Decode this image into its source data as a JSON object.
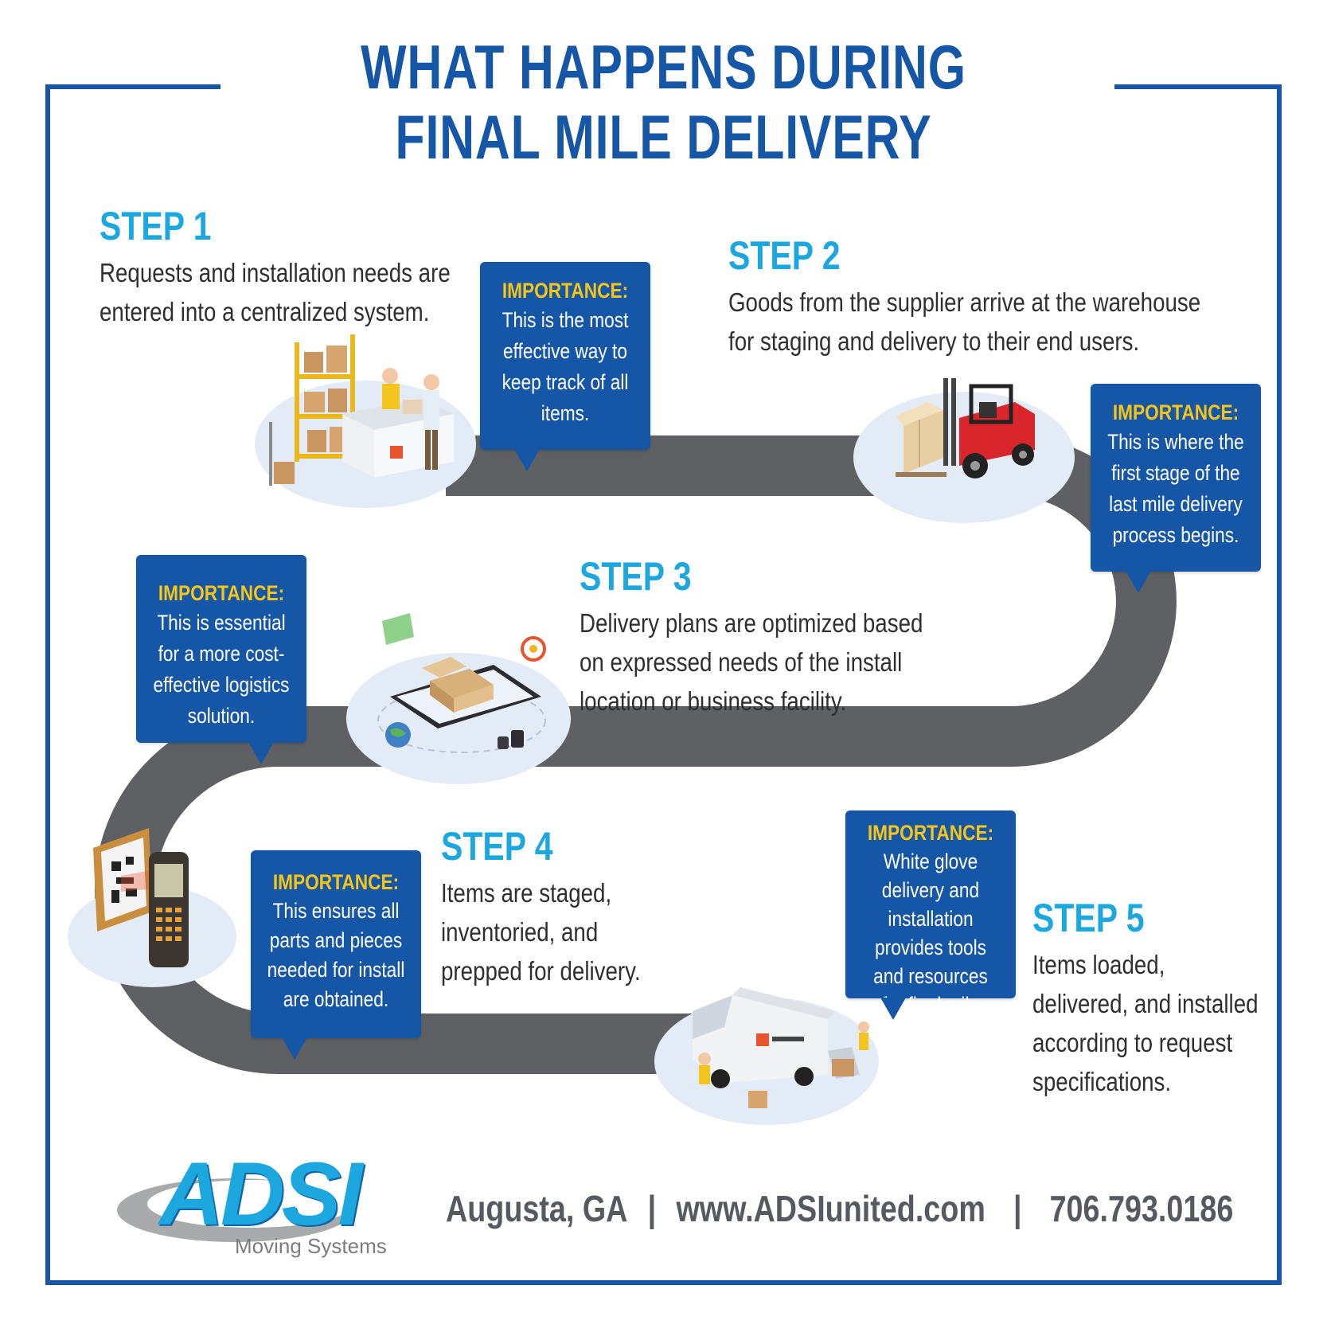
{
  "title": {
    "line1": "WHAT HAPPENS DURING",
    "line2": "FINAL MILE DELIVERY"
  },
  "steps": [
    {
      "heading": "STEP 1",
      "text": "Requests and installation needs are entered into a centralized system."
    },
    {
      "heading": "STEP 2",
      "text": "Goods from the supplier arrive at the warehouse for staging and delivery to their end users."
    },
    {
      "heading": "STEP 3",
      "text": "Delivery plans are optimized based on expressed needs of the install location or business facility."
    },
    {
      "heading": "STEP 4",
      "text": "Items are staged, inventoried, and prepped for delivery."
    },
    {
      "heading": "STEP 5",
      "text": "Items loaded, delivered, and installed according to request specifications."
    }
  ],
  "importance": [
    {
      "heading": "IMPORTANCE:",
      "text": "This is the most effective way to keep track of all items."
    },
    {
      "heading": "IMPORTANCE:",
      "text": "This is where the first stage of the last mile delivery process begins."
    },
    {
      "heading": "IMPORTANCE:",
      "text": "This is essential for a more cost-effective logistics solution."
    },
    {
      "heading": "IMPORTANCE:",
      "text": "This ensures all parts and pieces needed for install are obtained."
    },
    {
      "heading": "IMPORTANCE:",
      "text": "White glove delivery and installation provides tools and resources for final mile services."
    }
  ],
  "illustrations": [
    {
      "icon": "warehouse-counter-icon"
    },
    {
      "icon": "forklift-icon"
    },
    {
      "icon": "smartphone-box-icon"
    },
    {
      "icon": "barcode-scanner-icon"
    },
    {
      "icon": "delivery-van-icon"
    }
  ],
  "logo": {
    "word": "ADSI",
    "sub": "Moving Systems"
  },
  "footer": {
    "location": "Augusta, GA",
    "website": "www.ADSIunited.com",
    "phone": "706.793.0186",
    "separator": "|"
  },
  "colors": {
    "primary_blue": "#1656a6",
    "step_cyan": "#1da7df",
    "importance_yellow": "#f5c518",
    "road_gray": "#5f6063",
    "disc_bg": "#e3ebf7",
    "text_dark": "#2f2f2f"
  }
}
